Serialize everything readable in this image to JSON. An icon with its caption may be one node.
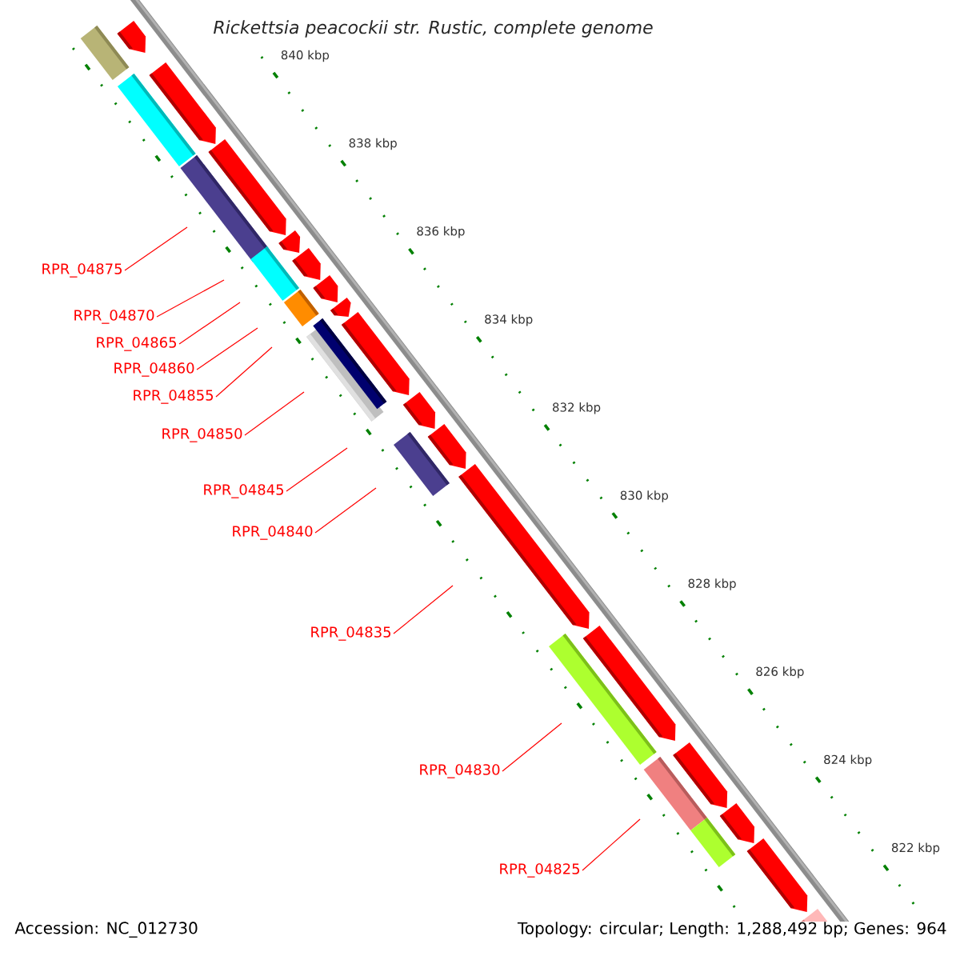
{
  "diagram": {
    "title": "Rickettsia peacockii str. Rustic, complete genome",
    "nodes": [
      {
        "text": [
          "RPR_04875"
        ]
      },
      {
        "text": [
          "RPR_04870"
        ]
      },
      {
        "text": [
          "RPR_04865"
        ]
      },
      {
        "text": [
          "RPR_04860"
        ]
      },
      {
        "text": [
          "RPR_04855"
        ]
      },
      {
        "text": [
          "RPR_04850"
        ]
      },
      {
        "text": [
          "RPR_04845"
        ]
      },
      {
        "text": [
          "RPR_04840"
        ]
      },
      {
        "text": [
          "RPR_04835"
        ]
      },
      {
        "text": [
          "RPR_04830"
        ]
      },
      {
        "text": [
          "RPR_04825"
        ]
      }
    ],
    "edges": [
      {
        "from": 0,
        "to": null,
        "arrow": "none"
      },
      {
        "from": 1,
        "to": null,
        "arrow": "none"
      },
      {
        "from": 2,
        "to": null,
        "arrow": "none"
      },
      {
        "from": 3,
        "to": null,
        "arrow": "none"
      },
      {
        "from": 4,
        "to": null,
        "arrow": "none"
      },
      {
        "from": 5,
        "to": null,
        "arrow": "none"
      },
      {
        "from": 6,
        "to": null,
        "arrow": "none"
      },
      {
        "from": 7,
        "to": null,
        "arrow": "none"
      },
      {
        "from": 8,
        "to": null,
        "arrow": "none"
      },
      {
        "from": 9,
        "to": null,
        "arrow": "none"
      },
      {
        "from": 10,
        "to": null,
        "arrow": "none"
      }
    ],
    "labels": [
      "840 kbp",
      "838 kbp",
      "836 kbp",
      "834 kbp",
      "832 kbp",
      "830 kbp",
      "828 kbp",
      "826 kbp",
      "824 kbp",
      "822 kbp",
      "Accession: NC_012730",
      "Topology: circular; Length: 1,288,492 bp; Genes: 964"
    ]
  }
}
